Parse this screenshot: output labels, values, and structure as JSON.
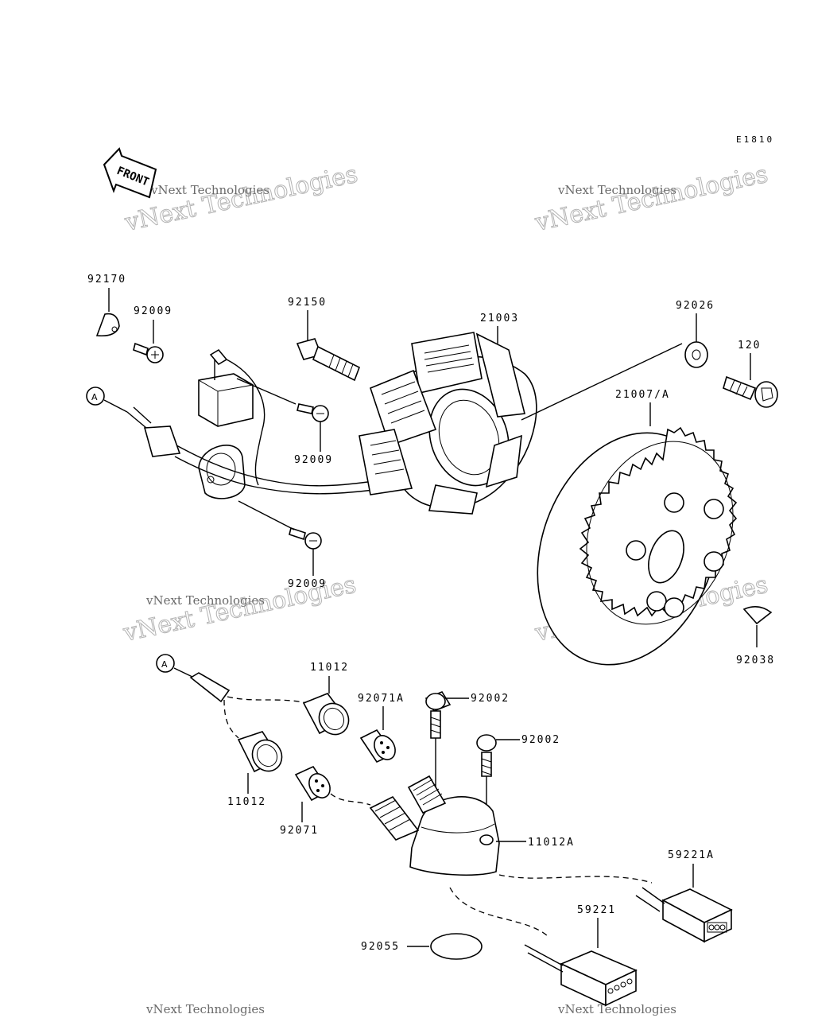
{
  "figure_code": "E1810",
  "front_label": "FRONT",
  "watermark": {
    "line1": "vNext Technologies",
    "line2": "vNext Technologies"
  },
  "ref_marker": "A",
  "part_labels": {
    "p92170": "92170",
    "p92009_a": "92009",
    "p92009_b": "92009",
    "p92009_c": "92009",
    "p92150": "92150",
    "p21003": "21003",
    "p92026": "92026",
    "p120": "120",
    "p21007A": "21007/A",
    "p92038": "92038",
    "p11012_a": "11012",
    "p11012_b": "11012",
    "p92071A": "92071A",
    "p92071": "92071",
    "p92002_a": "92002",
    "p92002_b": "92002",
    "p11012A": "11012A",
    "p59221A": "59221A",
    "p59221": "59221",
    "p92055": "92055"
  }
}
